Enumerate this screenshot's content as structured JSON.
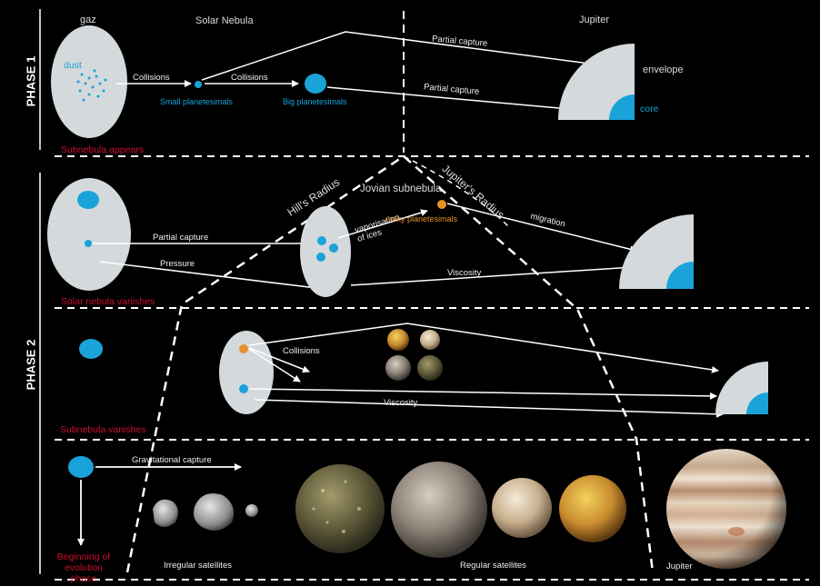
{
  "phases": {
    "phase1": "PHASE 1",
    "phase2": "PHASE 2"
  },
  "header": {
    "gaz": "gaz",
    "solar_nebula": "Solar Nebula",
    "jupiter": "Jupiter"
  },
  "phase1": {
    "dust": "dust",
    "collisions_1": "Collisions",
    "collisions_2": "Collisions",
    "small_planetesimals": "Small planetesimals",
    "big_planetesimals": "Big planetesimals",
    "partial_capture_1": "Partial capture",
    "partial_capture_2": "Partial capture",
    "envelope": "envelope",
    "core": "core",
    "subnebula_appears": "Subnebula appears"
  },
  "phase2a": {
    "hills_radius": "Hill's Radius",
    "jovian_subnebula": "Jovian subnebula",
    "jupiters_radius": "Jupiter's Radius",
    "partial_capture": "Partial capture",
    "pressure": "Pressure",
    "vaporisation": "vaporisation of ices",
    "rocky_planetesimals": "rocky planetesimals",
    "migration": "migration",
    "viscosity": "Viscosity",
    "solar_nebula_vanishes": "Solar nebula vanishes"
  },
  "phase2b": {
    "collisions": "Collisions",
    "viscosity": "Viscosity",
    "subnebula_vanishes": "Subnebula vanishes"
  },
  "phase2c": {
    "gravitational_capture": "Gravitational capture",
    "beginning": "Beginning of evolution phase",
    "irregular_satellites": "Irregular satellites",
    "regular_satellites": "Regular satellites",
    "jupiter": "Jupiter"
  },
  "colors": {
    "cloud": "#d4d9dc",
    "cyan": "#1aa3d9",
    "red": "#c8102e",
    "orange": "#e8902a"
  }
}
